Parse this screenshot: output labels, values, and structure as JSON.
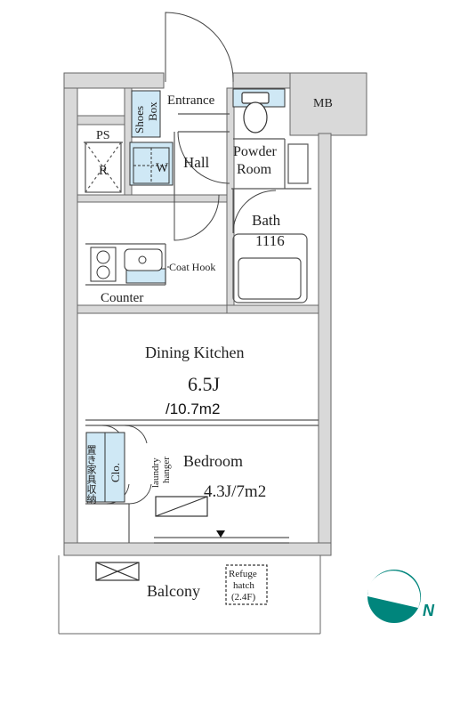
{
  "rooms": {
    "entrance": "Entrance",
    "shoes_box_1": "Shoes",
    "shoes_box_2": "Box",
    "ps": "PS",
    "mb": "MB",
    "hall": "Hall",
    "r": "R",
    "w": "W",
    "powder_1": "Powder",
    "powder_2": "Room",
    "bath": "Bath",
    "bath_size": "1116",
    "coat_hook": "Coat Hook",
    "counter": "Counter",
    "dining_kitchen": "Dining Kitchen",
    "dk_size_j": "6.5J",
    "dk_size_m2": "/10.7m2",
    "bedroom": "Bedroom",
    "bedroom_size": "4.3J/7m2",
    "laundry_1": "laundry",
    "laundry_2": "hanger",
    "clo": "Clo.",
    "furniture_storage": "置き家具収納",
    "balcony": "Balcony",
    "refuge_1": "Refuge",
    "refuge_2": "hatch",
    "refuge_3": "(2.4F)"
  },
  "compass": {
    "label": "N"
  },
  "colors": {
    "wall": "#d9d9d9",
    "wall_line": "#555555",
    "fixture_blue": "#cfe8f5",
    "compass_teal": "#00857c"
  }
}
